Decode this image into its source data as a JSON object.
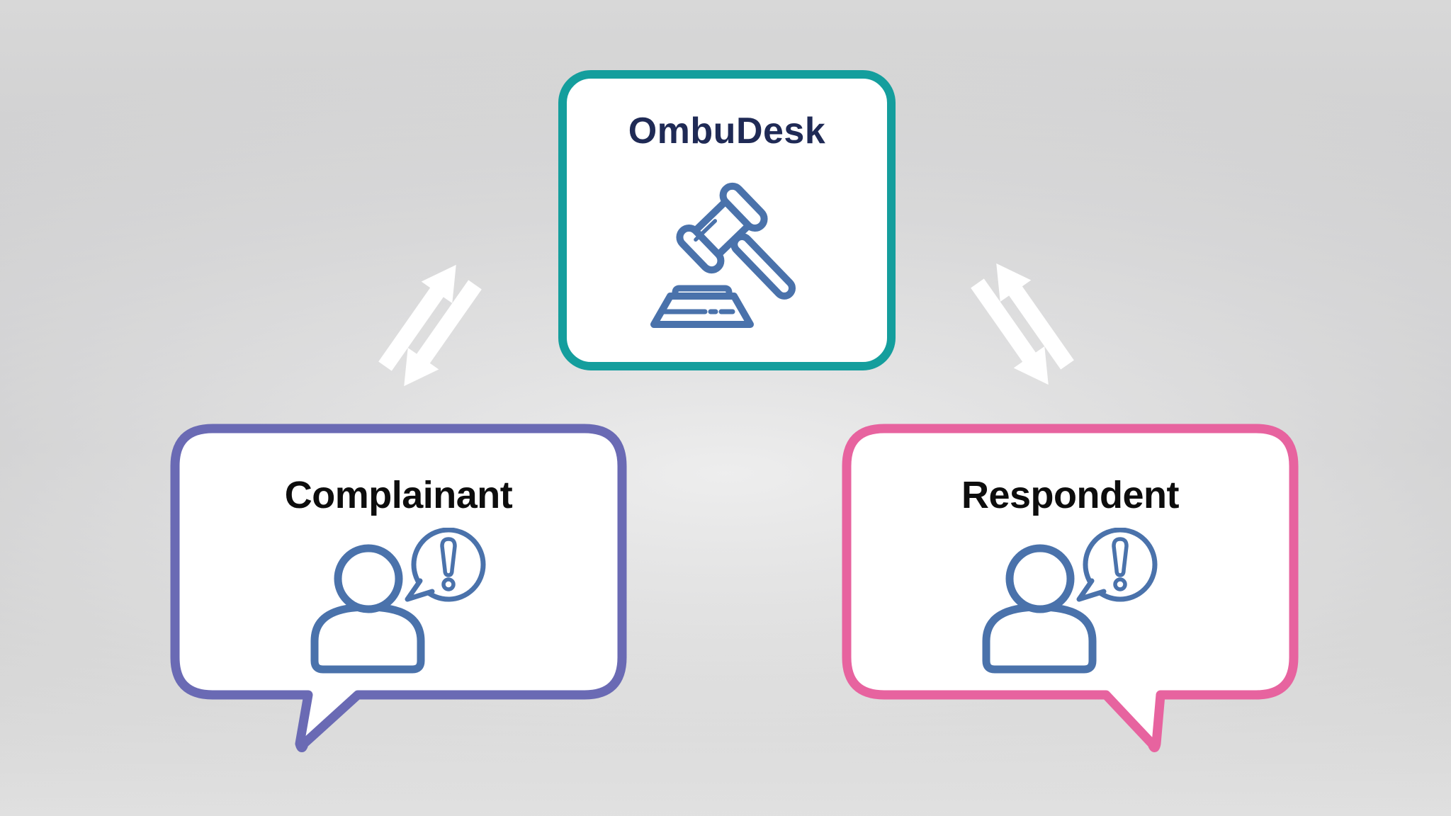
{
  "colors": {
    "teal": "#149E9D",
    "purple": "#6A6AB4",
    "pink": "#E7639F",
    "navy": "#1F2A55",
    "blue": "#4A72AB",
    "label": "#0D0D0D",
    "arrow": "#FFFFFF"
  },
  "center_card": {
    "title": "OmbuDesk",
    "icon": "gavel-icon"
  },
  "left_bubble": {
    "title": "Complainant",
    "icon": "person-exclamation-icon"
  },
  "right_bubble": {
    "title": "Respondent",
    "icon": "person-exclamation-icon"
  },
  "connectors": {
    "left": {
      "type": "two-way-arrow"
    },
    "right": {
      "type": "two-way-arrow"
    }
  }
}
